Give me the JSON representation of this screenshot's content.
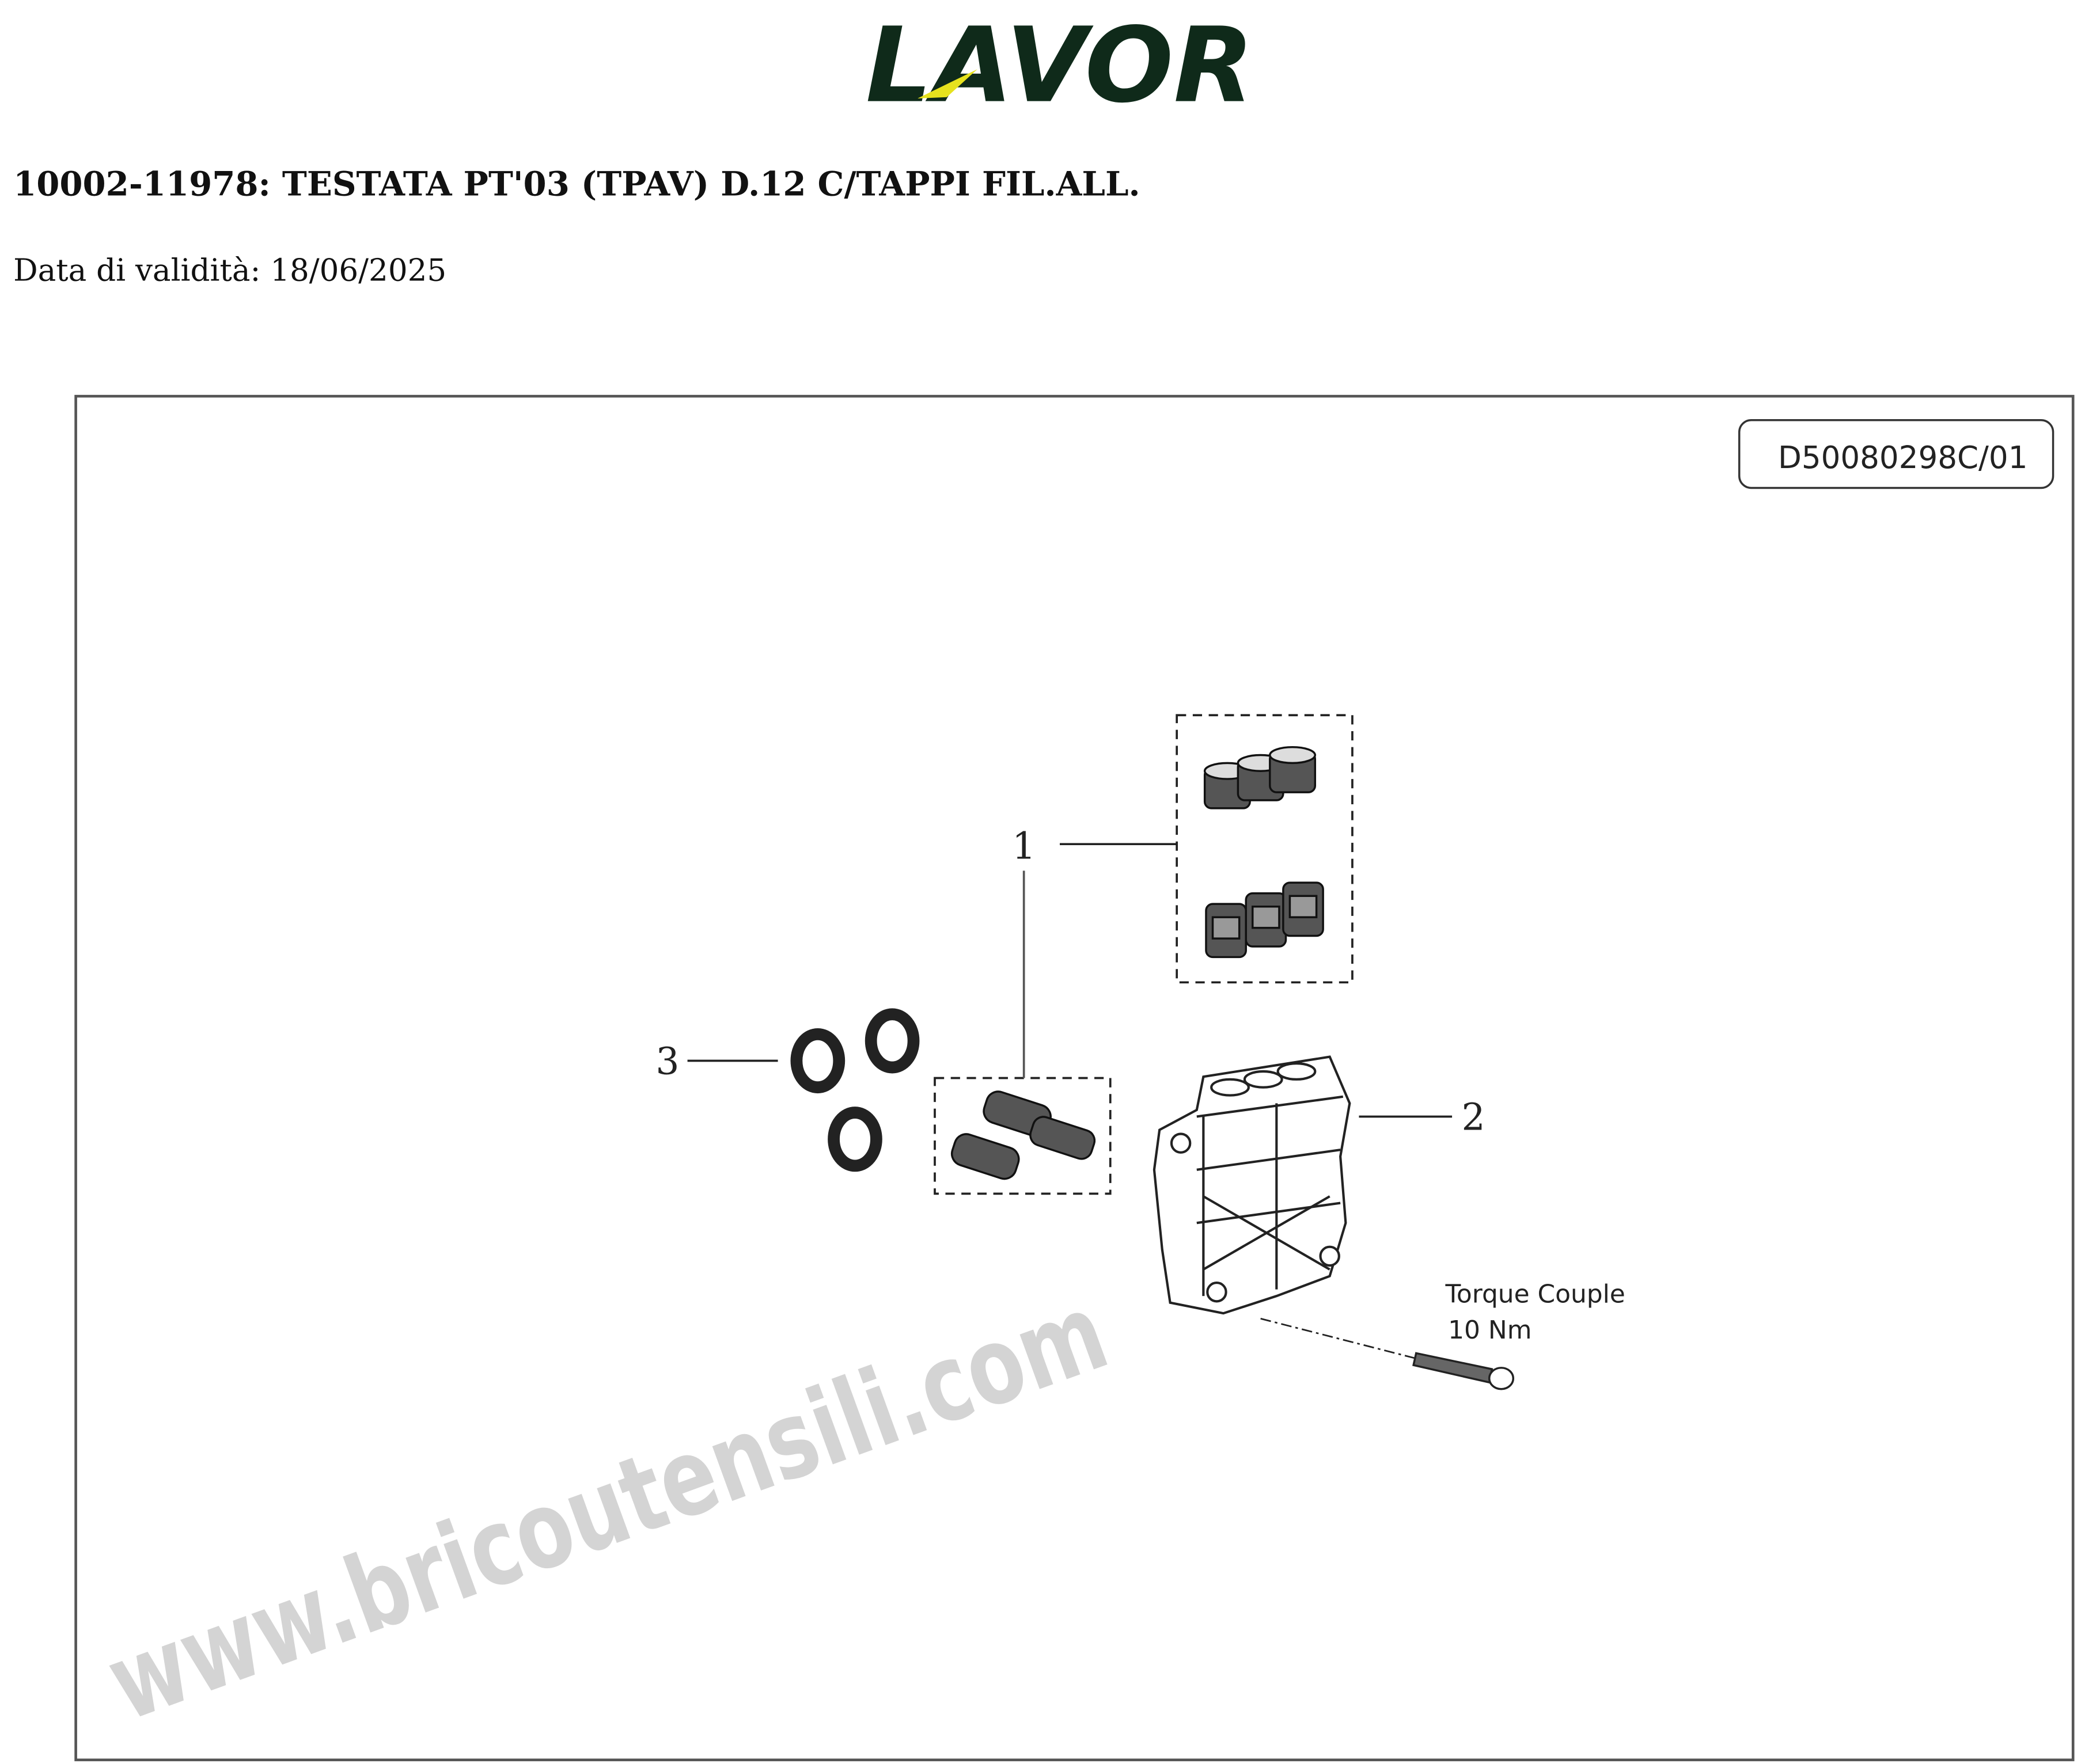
{
  "brand": {
    "logo_text": "LAVOR",
    "colors": {
      "primary": "#0f2a1a",
      "accent": "#e6e21e"
    }
  },
  "header": {
    "title": "10002-11978: TESTATA PT'03 (TPAV) D.12 C/TAPPI FIL.ALL.",
    "validity": "Data di validità: 18/06/2025"
  },
  "drawing": {
    "code": "D50080298C/01",
    "watermark": "www.bricoutensili.com",
    "callouts": [
      {
        "label": "1"
      },
      {
        "label": "2"
      },
      {
        "label": "3"
      }
    ],
    "torque_label": "Torque Couple",
    "torque_value": "10 Nm"
  }
}
